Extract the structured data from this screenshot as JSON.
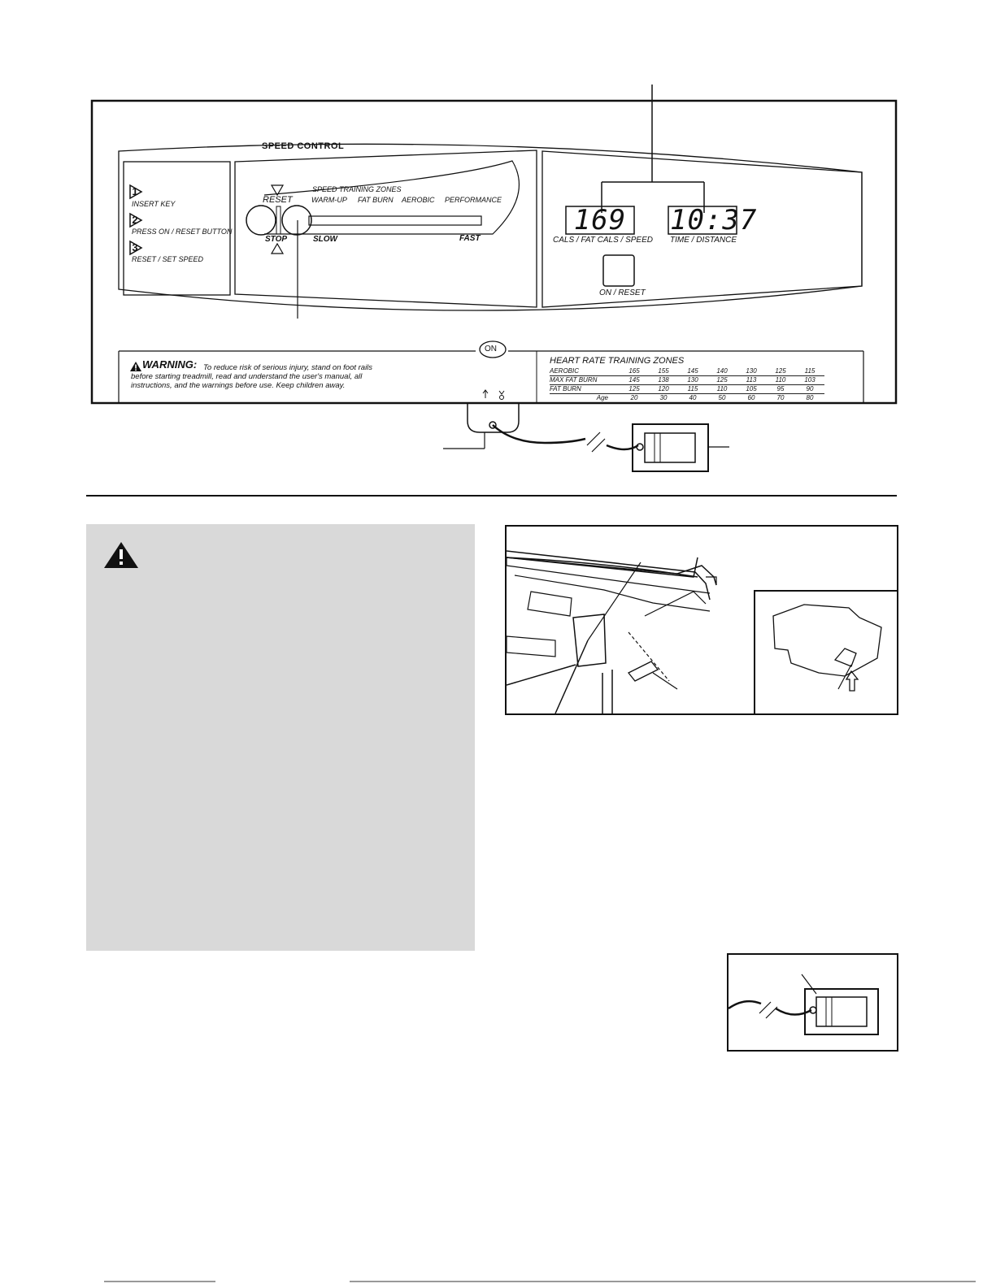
{
  "console": {
    "speed_control_title": "SPEED CONTROL",
    "steps": [
      {
        "number": "1",
        "label": "INSERT KEY"
      },
      {
        "number": "2",
        "label": "PRESS ON / RESET BUTTON"
      },
      {
        "number": "3",
        "label": "RESET / SET SPEED"
      }
    ],
    "reset_label": "RESET",
    "stop_label": "STOP",
    "zones_title": "SPEED TRAINING ZONES",
    "zones": [
      "WARM-UP",
      "FAT BURN",
      "AEROBIC",
      "PERFORMANCE"
    ],
    "slow_label": "SLOW",
    "fast_label": "FAST",
    "display_left_value": "169",
    "display_left_label": "CALS / FAT CALS / SPEED",
    "display_right_value": "10:37",
    "display_right_label": "TIME / DISTANCE",
    "on_reset_label": "ON / RESET",
    "on_label": "ON",
    "warning_title": "WARNING:",
    "warning_lines": [
      "To reduce risk of serious injury, stand on foot rails",
      "before starting treadmill, read and understand the user's manual, all",
      "instructions, and the warnings before use.  Keep children away."
    ],
    "hr_title": "HEART RATE TRAINING ZONES",
    "hr_rows": [
      {
        "label": "AEROBIC",
        "values": [
          "165",
          "155",
          "145",
          "140",
          "130",
          "125",
          "115"
        ]
      },
      {
        "label": "MAX FAT BURN",
        "values": [
          "145",
          "138",
          "130",
          "125",
          "113",
          "110",
          "103"
        ]
      },
      {
        "label": "FAT BURN",
        "values": [
          "125",
          "120",
          "115",
          "110",
          "105",
          "95",
          "90"
        ]
      },
      {
        "label": "Age",
        "values": [
          "20",
          "30",
          "40",
          "50",
          "60",
          "70",
          "80"
        ]
      }
    ]
  },
  "warning_box": {
    "icon": "warning-triangle-icon"
  }
}
